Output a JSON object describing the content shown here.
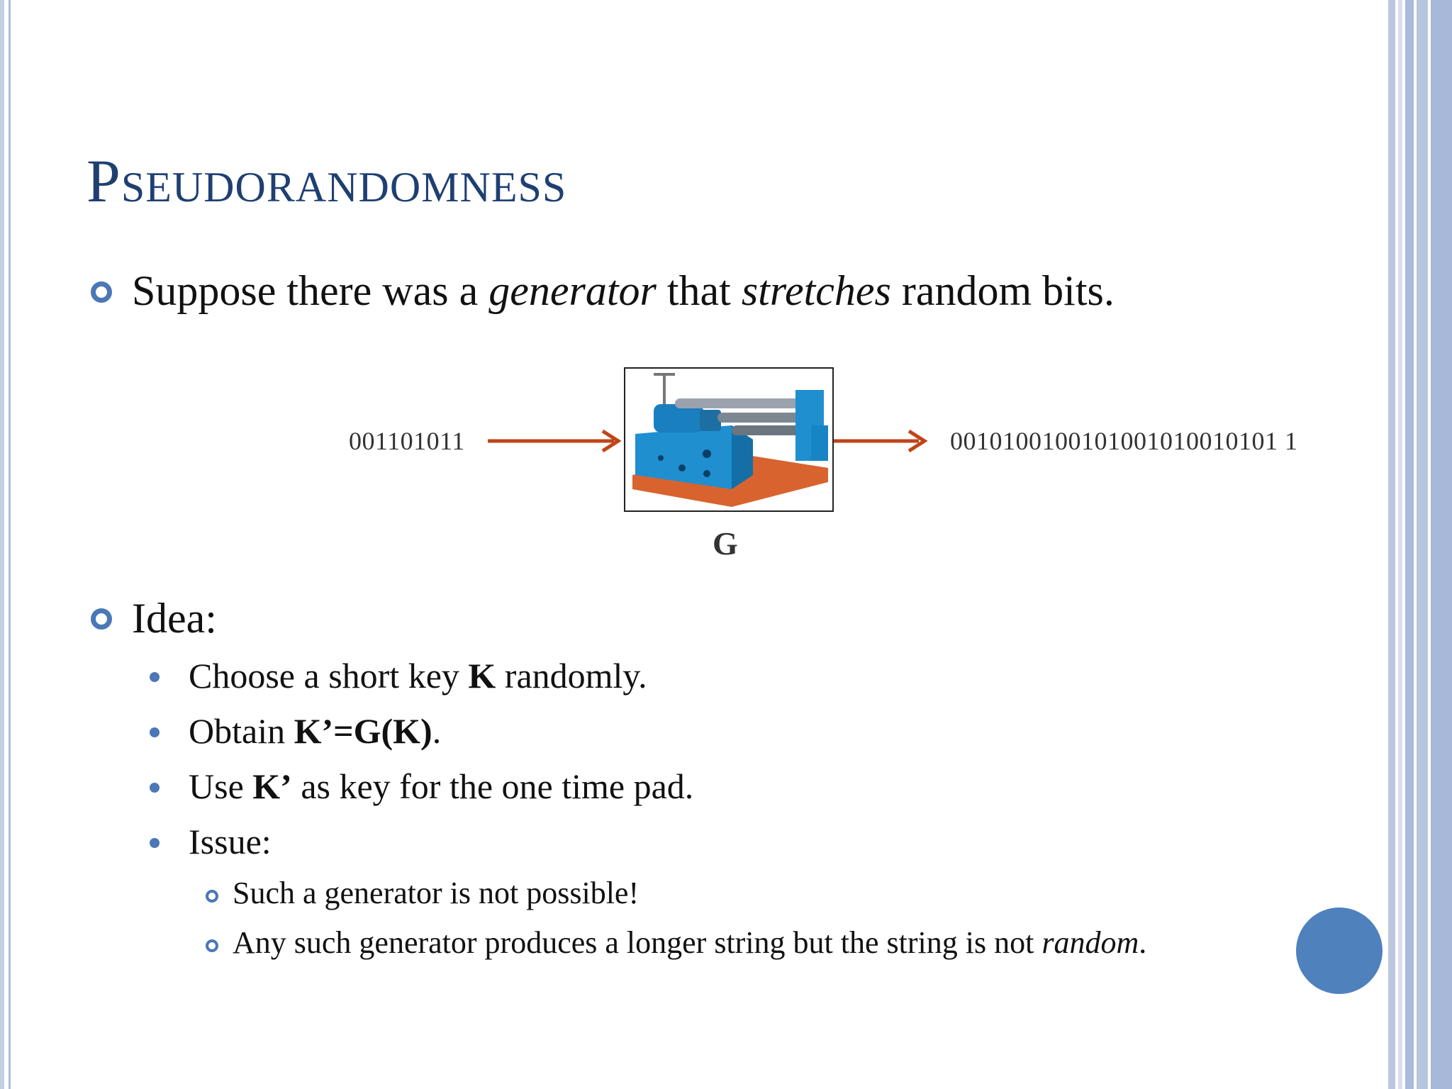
{
  "slide": {
    "title": "Pseudorandomness",
    "bullet1": {
      "part1": "Suppose there was a ",
      "em1": "generator",
      "part2": " that ",
      "em2": "stretches",
      "part3": " random bits."
    },
    "diagram": {
      "input_bits": "001101011",
      "output_bits": "0010100100101001010010101 1",
      "generator_label": "G",
      "generator_icon": "rolling-machine-icon",
      "arrow_color": "#c0441a"
    },
    "bullet2": {
      "label": "Idea:",
      "items": [
        {
          "pre": "Choose a short key ",
          "bold": "K",
          "post": " randomly."
        },
        {
          "pre": "Obtain ",
          "bold": "K’=G(K)",
          "post": "."
        },
        {
          "pre": "Use ",
          "bold": "K’",
          "post": " as key for the one time pad."
        },
        {
          "pre": "Issue:",
          "bold": "",
          "post": ""
        }
      ],
      "sub_items": [
        {
          "text": "Such a generator is not possible!",
          "em": "",
          "post": ""
        },
        {
          "text": "Any such generator produces a longer string but the string is not ",
          "em": "random",
          "post": "."
        }
      ]
    },
    "colors": {
      "title": "#1f3f73",
      "accent": "#4b77b7",
      "circle": "#4f81bd"
    }
  }
}
